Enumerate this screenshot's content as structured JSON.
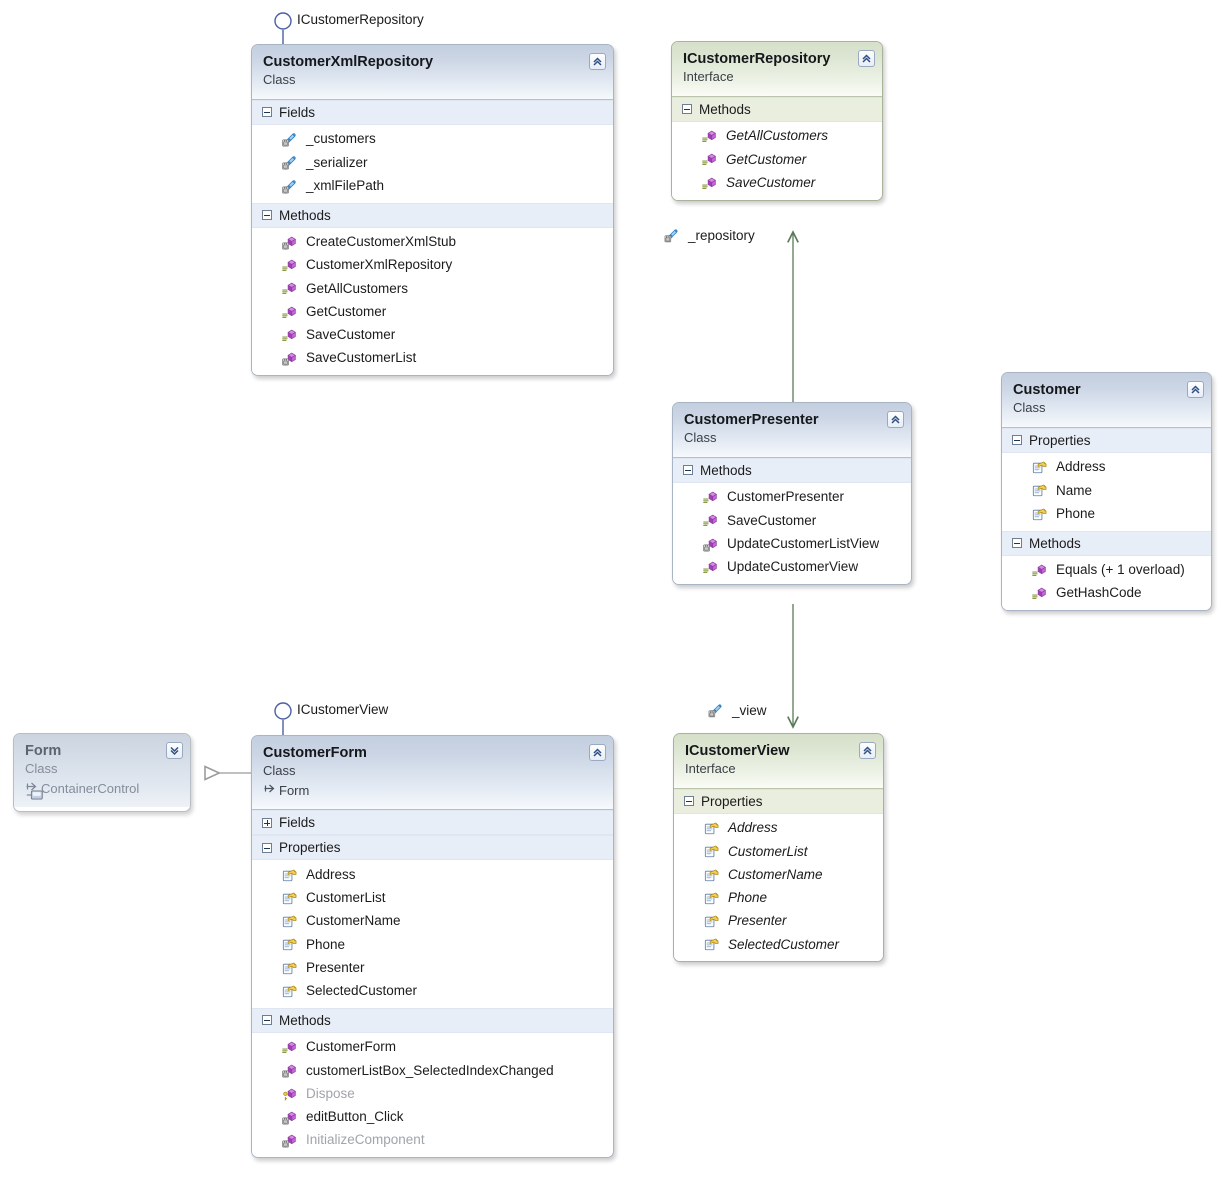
{
  "diagram": {
    "kind_labels": {
      "class": "Class",
      "interface": "Interface"
    },
    "icons": {
      "field": "field-icon",
      "method": "method-icon",
      "property": "property-icon",
      "lollipop": "interface-lollipop-icon",
      "collapse": "chevron-up-icon",
      "expand": "chevron-down-icon",
      "inherit_arrow": "inheritance-arrow-icon",
      "assoc_arrow": "association-arrow-icon",
      "base_arrow": "base-type-arrow-icon"
    },
    "colors": {
      "class_header": "#ccd6e5",
      "interface_header": "#dde6d3",
      "section_band_class": "#e8eef8",
      "section_band_interface": "#e9eedf",
      "association_line": "#5d7a5b",
      "inheritance_line": "#999999",
      "lollipop_line": "#4a5fa5",
      "method_icon": "#c06ad0",
      "field_icon": "#3f8fd8",
      "property_icon": "#e8b31f"
    },
    "nodes": {
      "customer_xml_repository": {
        "title": "CustomerXmlRepository",
        "kind": "Class",
        "collapse_state": "collapse",
        "lollipop": "ICustomerRepository",
        "sections": [
          {
            "name": "Fields",
            "expanded": true,
            "members": [
              {
                "name": "_customers",
                "icon": "field",
                "access": "private",
                "dim": false
              },
              {
                "name": "_serializer",
                "icon": "field",
                "access": "private",
                "dim": false
              },
              {
                "name": "_xmlFilePath",
                "icon": "field",
                "access": "private",
                "dim": false
              }
            ]
          },
          {
            "name": "Methods",
            "expanded": true,
            "members": [
              {
                "name": "CreateCustomerXmlStub",
                "icon": "method",
                "access": "private",
                "dim": false
              },
              {
                "name": "CustomerXmlRepository",
                "icon": "method",
                "access": "public",
                "dim": false
              },
              {
                "name": "GetAllCustomers",
                "icon": "method",
                "access": "public",
                "dim": false
              },
              {
                "name": "GetCustomer",
                "icon": "method",
                "access": "public",
                "dim": false
              },
              {
                "name": "SaveCustomer",
                "icon": "method",
                "access": "public",
                "dim": false
              },
              {
                "name": "SaveCustomerList",
                "icon": "method",
                "access": "private",
                "dim": false
              }
            ]
          }
        ]
      },
      "icustomer_repository": {
        "title": "ICustomerRepository",
        "kind": "Interface",
        "collapse_state": "collapse",
        "sections": [
          {
            "name": "Methods",
            "expanded": true,
            "members": [
              {
                "name": "GetAllCustomers",
                "icon": "method",
                "access": "public",
                "dim": false
              },
              {
                "name": "GetCustomer",
                "icon": "method",
                "access": "public",
                "dim": false
              },
              {
                "name": "SaveCustomer",
                "icon": "method",
                "access": "public",
                "dim": false
              }
            ]
          }
        ]
      },
      "customer_presenter": {
        "title": "CustomerPresenter",
        "kind": "Class",
        "collapse_state": "collapse",
        "sections": [
          {
            "name": "Methods",
            "expanded": true,
            "members": [
              {
                "name": "CustomerPresenter",
                "icon": "method",
                "access": "public",
                "dim": false
              },
              {
                "name": "SaveCustomer",
                "icon": "method",
                "access": "public",
                "dim": false
              },
              {
                "name": "UpdateCustomerListView",
                "icon": "method",
                "access": "private",
                "dim": false
              },
              {
                "name": "UpdateCustomerView",
                "icon": "method",
                "access": "public",
                "dim": false
              }
            ]
          }
        ]
      },
      "customer": {
        "title": "Customer",
        "kind": "Class",
        "collapse_state": "collapse",
        "sections": [
          {
            "name": "Properties",
            "expanded": true,
            "members": [
              {
                "name": "Address",
                "icon": "property",
                "access": "public",
                "dim": false
              },
              {
                "name": "Name",
                "icon": "property",
                "access": "public",
                "dim": false
              },
              {
                "name": "Phone",
                "icon": "property",
                "access": "public",
                "dim": false
              }
            ]
          },
          {
            "name": "Methods",
            "expanded": true,
            "members": [
              {
                "name": "Equals (+ 1 overload)",
                "icon": "method",
                "access": "public",
                "dim": false
              },
              {
                "name": "GetHashCode",
                "icon": "method",
                "access": "public",
                "dim": false
              }
            ]
          }
        ]
      },
      "form": {
        "title": "Form",
        "kind": "Class",
        "base": "ContainerControl",
        "collapse_state": "expand",
        "ghost": true,
        "sections": []
      },
      "customer_form": {
        "title": "CustomerForm",
        "kind": "Class",
        "base": "Form",
        "collapse_state": "collapse",
        "lollipop": "ICustomerView",
        "sections": [
          {
            "name": "Fields",
            "expanded": false,
            "members": []
          },
          {
            "name": "Properties",
            "expanded": true,
            "members": [
              {
                "name": "Address",
                "icon": "property",
                "access": "public",
                "dim": false
              },
              {
                "name": "CustomerList",
                "icon": "property",
                "access": "public",
                "dim": false
              },
              {
                "name": "CustomerName",
                "icon": "property",
                "access": "public",
                "dim": false
              },
              {
                "name": "Phone",
                "icon": "property",
                "access": "public",
                "dim": false
              },
              {
                "name": "Presenter",
                "icon": "property",
                "access": "public",
                "dim": false
              },
              {
                "name": "SelectedCustomer",
                "icon": "property",
                "access": "public",
                "dim": false
              }
            ]
          },
          {
            "name": "Methods",
            "expanded": true,
            "members": [
              {
                "name": "CustomerForm",
                "icon": "method",
                "access": "public",
                "dim": false
              },
              {
                "name": "customerListBox_SelectedIndexChanged",
                "icon": "method",
                "access": "private",
                "dim": false
              },
              {
                "name": "Dispose",
                "icon": "method",
                "access": "protected",
                "dim": true
              },
              {
                "name": "editButton_Click",
                "icon": "method",
                "access": "private",
                "dim": false
              },
              {
                "name": "InitializeComponent",
                "icon": "method",
                "access": "private",
                "dim": true
              }
            ]
          }
        ]
      },
      "icustomer_view": {
        "title": "ICustomerView",
        "kind": "Interface",
        "collapse_state": "collapse",
        "sections": [
          {
            "name": "Properties",
            "expanded": true,
            "members": [
              {
                "name": "Address",
                "icon": "property",
                "access": "public",
                "dim": false
              },
              {
                "name": "CustomerList",
                "icon": "property",
                "access": "public",
                "dim": false
              },
              {
                "name": "CustomerName",
                "icon": "property",
                "access": "public",
                "dim": false
              },
              {
                "name": "Phone",
                "icon": "property",
                "access": "public",
                "dim": false
              },
              {
                "name": "Presenter",
                "icon": "property",
                "access": "public",
                "dim": false
              },
              {
                "name": "SelectedCustomer",
                "icon": "property",
                "access": "public",
                "dim": false
              }
            ]
          }
        ]
      }
    },
    "connectors": {
      "repository_association": {
        "label": "_repository",
        "icon": "field"
      },
      "view_association": {
        "label": "_view",
        "icon": "field"
      }
    }
  }
}
